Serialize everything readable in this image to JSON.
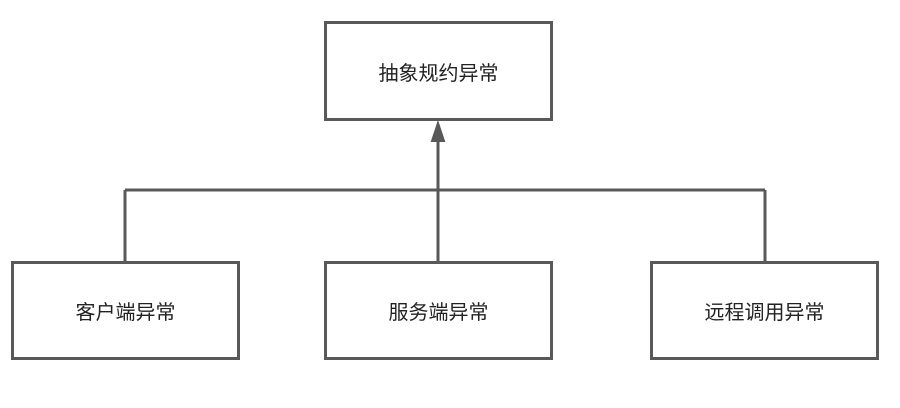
{
  "diagram": {
    "parent": {
      "label": "抽象规约异常"
    },
    "children": [
      {
        "label": "客户端异常"
      },
      {
        "label": "服务端异常"
      },
      {
        "label": "远程调用异常"
      }
    ],
    "colors": {
      "stroke": "#595959",
      "text": "#222222",
      "background": "#ffffff"
    }
  }
}
